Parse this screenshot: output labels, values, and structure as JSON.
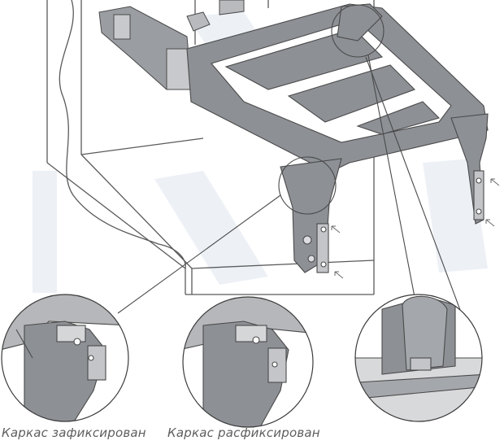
{
  "captions": {
    "locked": "Каркас зафиксирован",
    "unlocked": "Каркас расфиксирован"
  },
  "watermark": "MM",
  "colors": {
    "frame_gray": "#8d9095",
    "frame_dark": "#6e7176",
    "cabinet_line": "#5a5a5a",
    "watermark": "#d7e0ea"
  }
}
